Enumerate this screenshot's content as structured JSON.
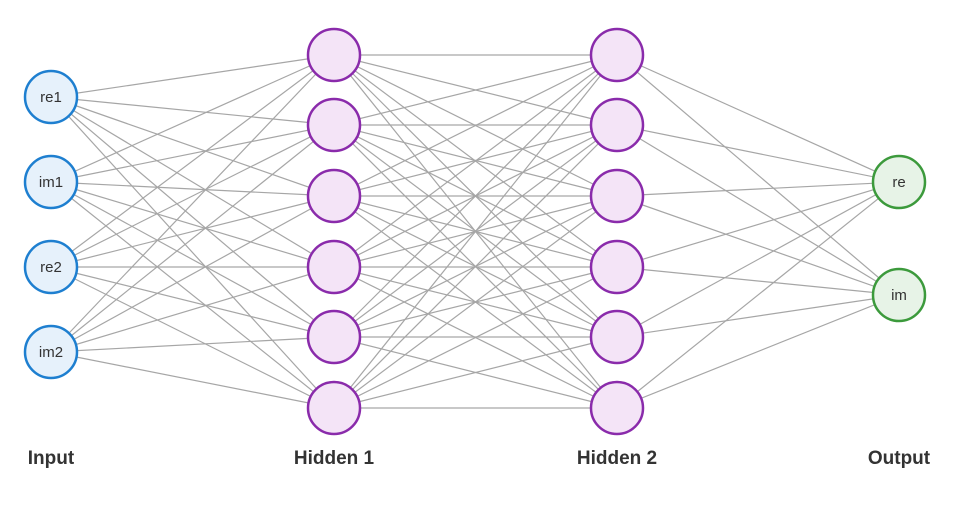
{
  "layers": [
    {
      "name": "Input",
      "stroke": "#1e7fd0",
      "fill": "#e6f1fb",
      "nodes": [
        "re1",
        "im1",
        "re2",
        "im2"
      ]
    },
    {
      "name": "Hidden 1",
      "stroke": "#8a2bab",
      "fill": "#f4e4f7",
      "nodes": [
        "",
        "",
        "",
        "",
        "",
        ""
      ]
    },
    {
      "name": "Hidden 2",
      "stroke": "#8a2bab",
      "fill": "#f4e4f7",
      "nodes": [
        "",
        "",
        "",
        "",
        "",
        ""
      ]
    },
    {
      "name": "Output",
      "stroke": "#3c9a3c",
      "fill": "#e7f3e7",
      "nodes": [
        "re",
        "im"
      ]
    }
  ],
  "edge_color": "#a6a6a6"
}
